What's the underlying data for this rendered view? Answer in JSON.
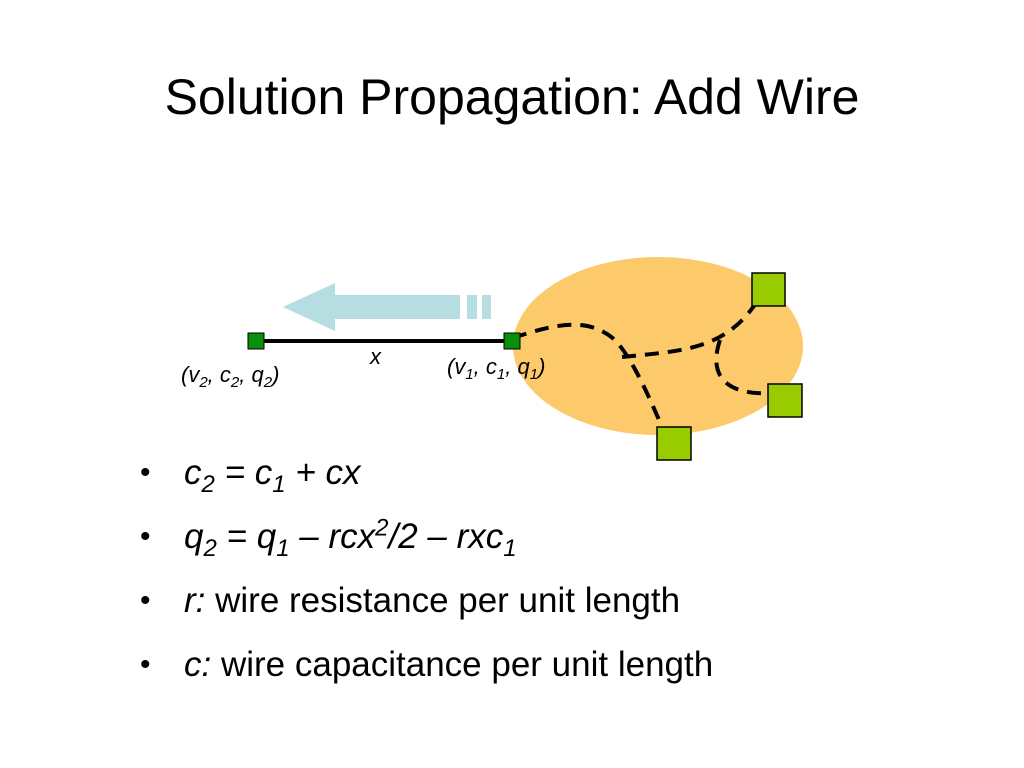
{
  "title": "Solution Propagation: Add Wire",
  "diagram": {
    "labels": {
      "left_tuple": {
        "v": "v",
        "c": "c",
        "q": "q",
        "idx": "2"
      },
      "right_tuple": {
        "v": "v",
        "c": "c",
        "q": "q",
        "idx": "1"
      },
      "wire": "x"
    },
    "colors": {
      "region": "#fcca6a",
      "node": "#089008",
      "sink": "#99cc00",
      "arrow": "#b6dde2"
    }
  },
  "bullets": [
    {
      "dot": "•",
      "lhs": "c",
      "lhs_sub": "2",
      "eq": " = ",
      "a": "c",
      "a_sub": "1",
      "plus": " + ",
      "b": "cx"
    },
    {
      "dot": "•",
      "lhs": "q",
      "lhs_sub": "2",
      "eq": " = ",
      "a": "q",
      "a_sub": "1",
      "m1": " – ",
      "b": "rcx",
      "b_sup": "2",
      "b_tail": "/2",
      "m2": " – ",
      "c": "rxc",
      "c_sub": "1"
    },
    {
      "dot": "•",
      "term": "r:",
      "text": " wire resistance per unit length"
    },
    {
      "dot": "•",
      "term": "c:",
      "text": " wire capacitance per unit length"
    }
  ]
}
